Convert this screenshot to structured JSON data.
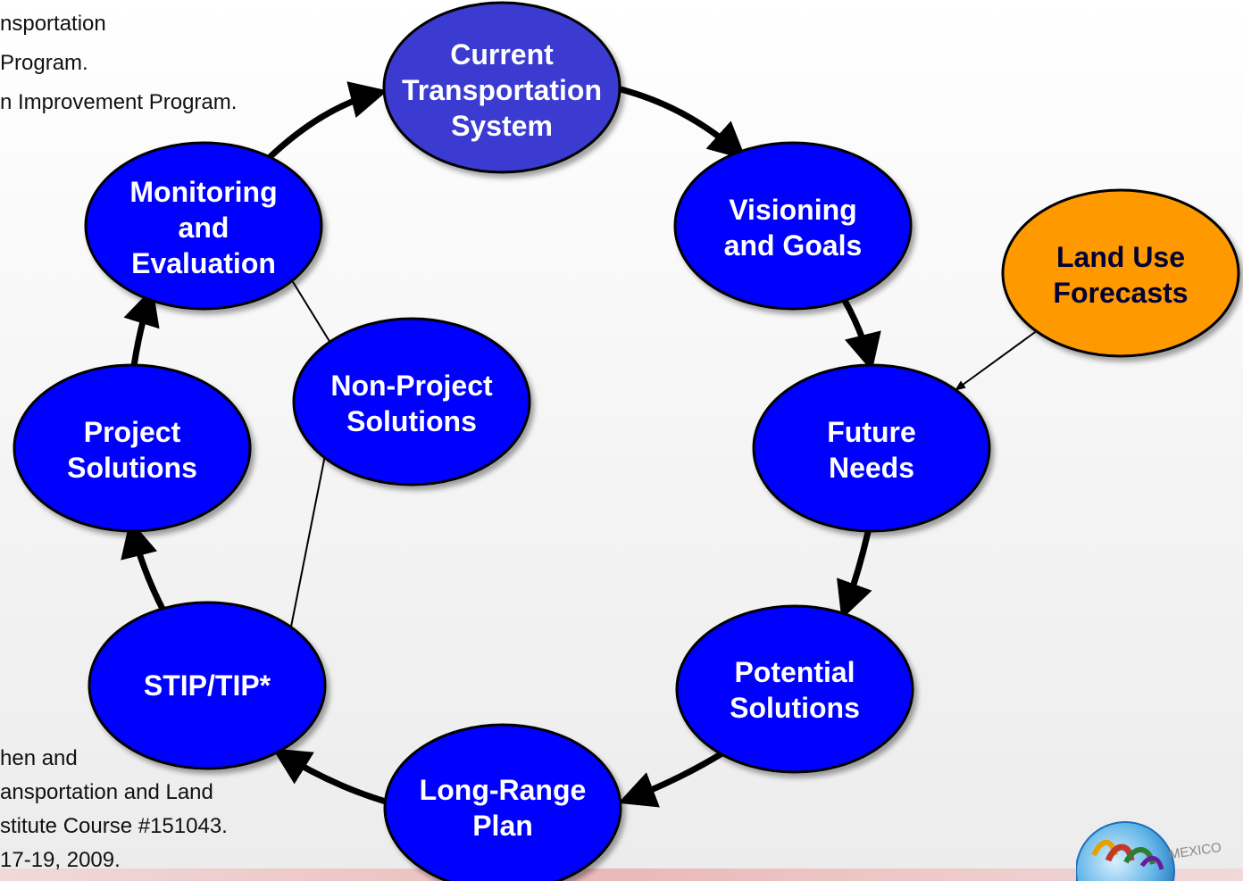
{
  "notes": {
    "top": [
      "nsportation",
      "Program.",
      "n Improvement Program."
    ],
    "bottom": [
      "hen and",
      "ansportation and Land",
      "stitute Course #151043.",
      "17-19, 2009."
    ]
  },
  "nodes": {
    "current": {
      "lines": [
        "Current",
        "Transportation",
        "System"
      ]
    },
    "visioning": {
      "lines": [
        "Visioning",
        "and Goals"
      ]
    },
    "land_use": {
      "lines": [
        "Land Use",
        "Forecasts"
      ]
    },
    "future": {
      "lines": [
        "Future",
        "Needs"
      ]
    },
    "potential": {
      "lines": [
        "Potential",
        "Solutions"
      ]
    },
    "long_range": {
      "lines": [
        "Long-Range",
        "Plan"
      ]
    },
    "stip": {
      "lines": [
        "STIP/TIP*"
      ]
    },
    "project": {
      "lines": [
        "Project",
        "Solutions"
      ]
    },
    "monitoring": {
      "lines": [
        "Monitoring",
        "and",
        "Evaluation"
      ]
    },
    "non_project": {
      "lines": [
        "Non-Project",
        "Solutions"
      ]
    }
  },
  "logo": {
    "text": "MEXICO"
  },
  "colors": {
    "node_blue": "#0000ff",
    "node_dark_blue": "#3b3bd1",
    "node_orange": "#ff9900",
    "outline": "#000000"
  }
}
